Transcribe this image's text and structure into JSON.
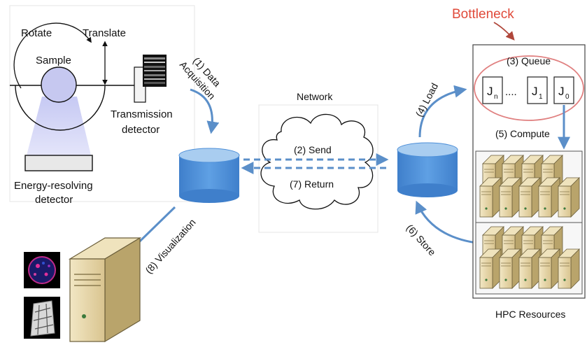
{
  "colors": {
    "arrow": "#5b8fc9",
    "bottleneck": "#e04a3a",
    "cylinder_top": "#a9cdf0",
    "cylinder_body": "#4d8fd8",
    "beam": "#c9ccf3"
  },
  "left_setup": {
    "rotate_label": "Rotate",
    "translate_label": "Translate",
    "sample_label": "Sample",
    "transmission_label_line1": "Transmission",
    "transmission_label_line2": "detector",
    "energy_label_line1": "Energy-resolving",
    "energy_label_line2": "detector"
  },
  "steps": {
    "data_acquisition_line1": "(1) Data",
    "data_acquisition_line2": "Acquisition",
    "send": "(2) Send",
    "queue": "(3) Queue",
    "load": "(4) Load",
    "compute": "(5) Compute",
    "store": "(6) Store",
    "return": "(7) Return",
    "visualization": "(8) Visualization"
  },
  "network_label": "Network",
  "bottleneck_label": "Bottleneck",
  "queue_jobs": [
    {
      "letter": "J",
      "sub": "n"
    },
    {
      "letter": "J",
      "sub": "1"
    },
    {
      "letter": "J",
      "sub": "0"
    }
  ],
  "queue_ellipsis": "....",
  "hpc_label": "HPC Resources",
  "icons": [
    "server-rack-icon",
    "database-icon",
    "cloud-icon",
    "workstation-icon",
    "tomography-image"
  ]
}
